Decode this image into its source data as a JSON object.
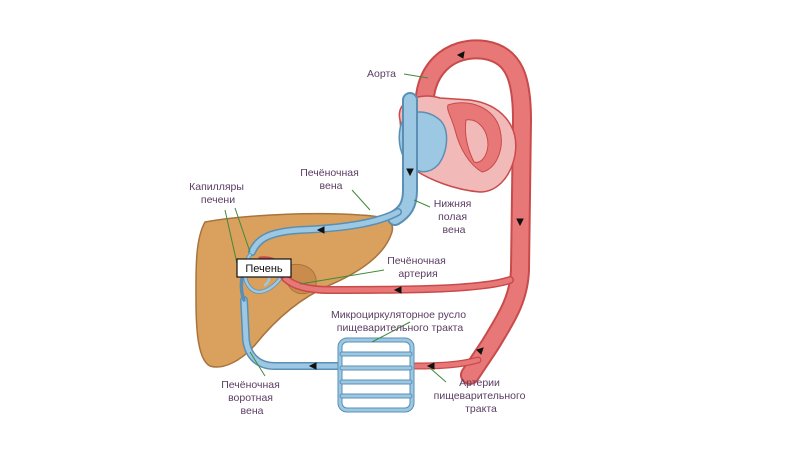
{
  "labels": {
    "aorta": "Аорта",
    "hepatic_vein": [
      "Печёночная",
      "вена"
    ],
    "liver_capillaries": [
      "Капилляры",
      "печени"
    ],
    "ivc": [
      "Нижняя",
      "полая",
      "вена"
    ],
    "liver": "Печень",
    "hepatic_artery": [
      "Печёночная",
      "артерия"
    ],
    "gi_microcirculation": [
      "Микроциркуляторное русло",
      "пищеварительного тракта"
    ],
    "portal_vein": [
      "Печёночная",
      "воротная",
      "вена"
    ],
    "gi_arteries": [
      "Артерии",
      "пищеварительного",
      "тракта"
    ]
  },
  "colors": {
    "artery": "#e87878",
    "artery_dark": "#c94a4a",
    "vein": "#9cc8e3",
    "vein_dark": "#5a8fb3",
    "liver": "#d9a05e",
    "liver_dark": "#a8743c",
    "label": "#5a3d63",
    "leader": "#3f8a3a"
  }
}
